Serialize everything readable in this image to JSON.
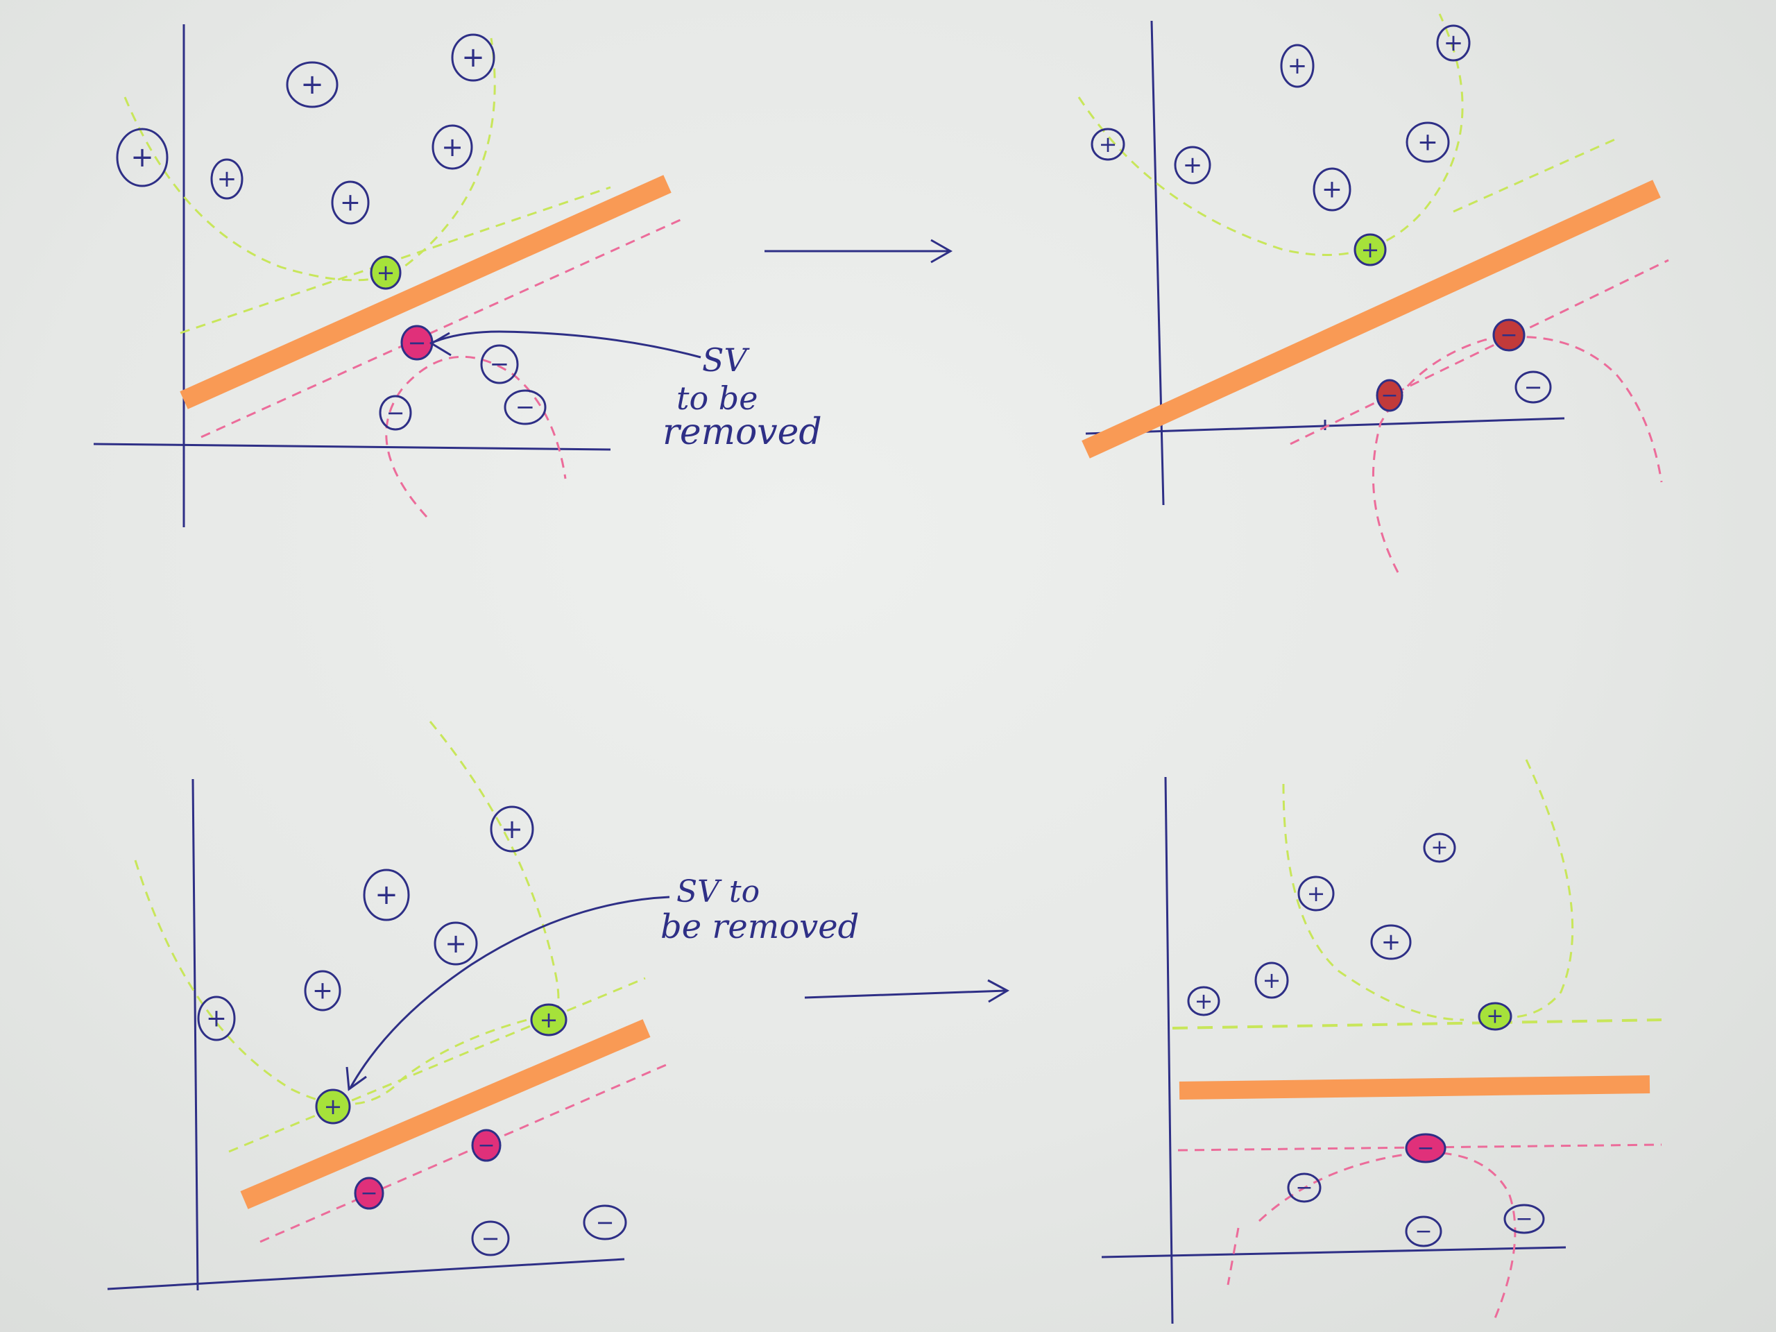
{
  "panels": [
    {
      "id": "top-left",
      "annotation": {
        "line1": "SV",
        "line2": "to be",
        "line3": "removed"
      }
    },
    {
      "id": "top-right"
    },
    {
      "id": "bottom-left",
      "annotation": {
        "line1": "SV to",
        "line2": "be removed"
      }
    },
    {
      "id": "bottom-right"
    }
  ],
  "symbols": {
    "positive": "+",
    "negative": "−"
  },
  "colors": {
    "ink": "#2e2f86",
    "hyperplane": "#f99a55",
    "positive_margin": "#c8e65a",
    "negative_margin": "#ec6c9a",
    "positive_sv_fill": "#a6e23a",
    "negative_sv_fill": "#e0307a",
    "negative_sv_fill_dark": "#c23a3a"
  }
}
